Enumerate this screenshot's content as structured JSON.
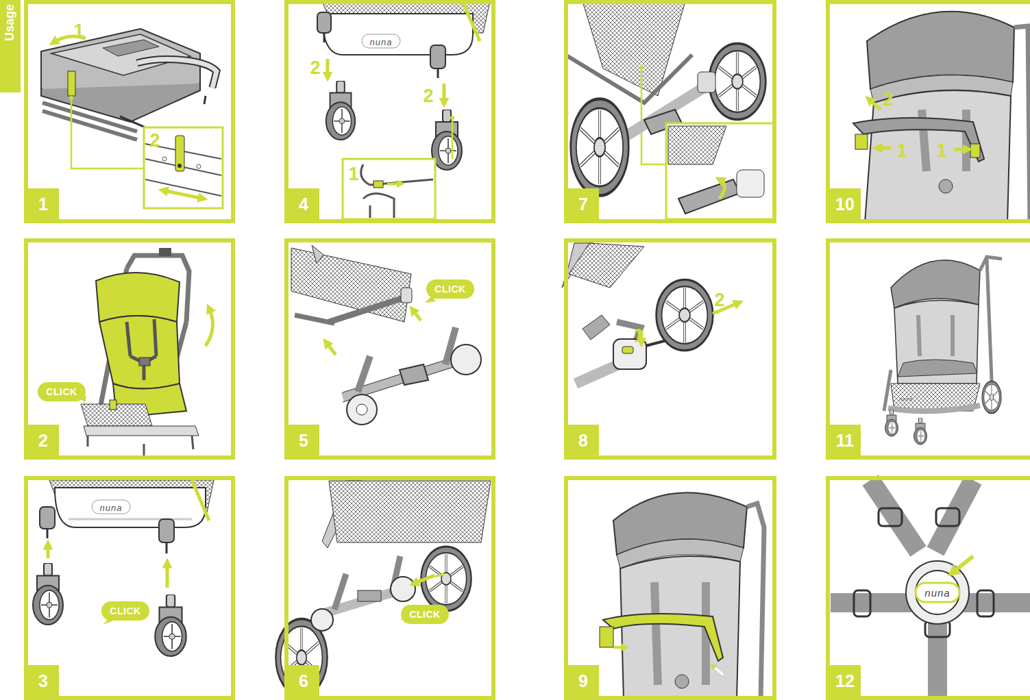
{
  "diagram": {
    "nodes": [
      {
        "text": [
          "Usage"
        ]
      },
      {
        "text": [
          "1"
        ]
      },
      {
        "text": [
          "2"
        ]
      },
      {
        "text": [
          "3"
        ]
      },
      {
        "text": [
          "4"
        ]
      },
      {
        "text": [
          "5"
        ]
      },
      {
        "text": [
          "6"
        ]
      },
      {
        "text": [
          "7"
        ]
      },
      {
        "text": [
          "8"
        ]
      },
      {
        "text": [
          "9"
        ]
      },
      {
        "text": [
          "10"
        ]
      },
      {
        "text": [
          "11"
        ]
      },
      {
        "text": [
          "12"
        ]
      },
      {
        "text": [
          "CLICK"
        ],
        "in": 2
      },
      {
        "text": [
          "CLICK"
        ],
        "in": 3
      },
      {
        "text": [
          "CLICK"
        ],
        "in": 5
      },
      {
        "text": [
          "CLICK"
        ],
        "in": 6
      }
    ],
    "labels": [
      "1",
      "2",
      "2",
      "2",
      "1",
      "1",
      "2",
      "2",
      "1",
      "1",
      "nuna",
      "nuna",
      "nuna",
      "nuna"
    ]
  }
}
